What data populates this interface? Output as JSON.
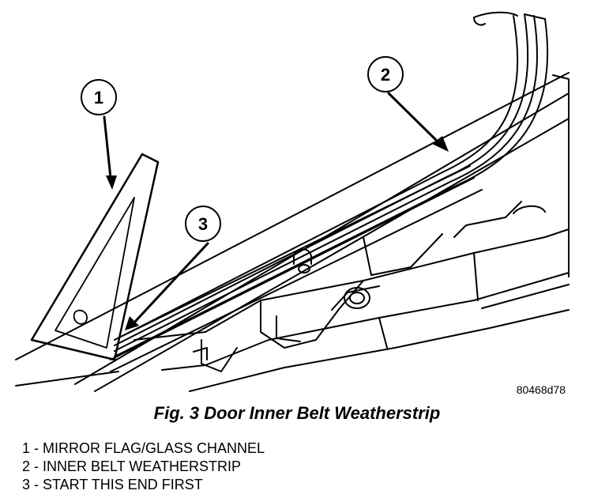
{
  "figure": {
    "caption": "Fig. 3 Door Inner Belt Weatherstrip",
    "reference_code": "80468d78",
    "callouts": [
      {
        "number": "1"
      },
      {
        "number": "2"
      },
      {
        "number": "3"
      }
    ]
  },
  "legend": {
    "items": [
      {
        "text": "1 - MIRROR FLAG/GLASS CHANNEL"
      },
      {
        "text": "2 - INNER BELT WEATHERSTRIP"
      },
      {
        "text": "3 - START THIS END FIRST"
      }
    ]
  }
}
